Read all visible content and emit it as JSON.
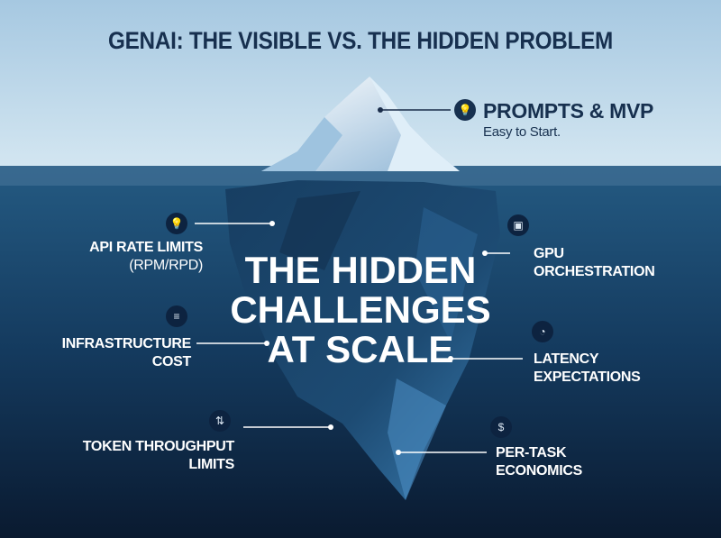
{
  "title": "GENAI: THE VISIBLE VS. THE HIDDEN PROBLEM",
  "visible": {
    "title": "PROMPTS & MVP",
    "subtitle": "Easy to Start.",
    "icon": "lightbulb-icon"
  },
  "center": {
    "line1": "THE HIDDEN",
    "line2": "CHALLENGES",
    "line3": "AT SCALE"
  },
  "left": [
    {
      "line1": "API RATE LIMITS",
      "line2": "(RPM/RPD)",
      "icon": "lightbulb-icon"
    },
    {
      "line1": "INFRASTRUCTURE",
      "line2": "COST",
      "icon": "server-hand-icon"
    },
    {
      "line1": "TOKEN THROUGHPUT",
      "line2": "LIMITS",
      "icon": "sliders-icon"
    }
  ],
  "right": [
    {
      "line1": "GPU",
      "line2": "ORCHESTRATION",
      "icon": "chip-icon"
    },
    {
      "line1": "LATENCY",
      "line2": "EXPECTATIONS",
      "icon": "gauge-icon"
    },
    {
      "line1": "PER-TASK",
      "line2": "ECONOMICS",
      "icon": "dollar-hand-icon"
    }
  ],
  "colors": {
    "sky": "#b4d2e7",
    "water": "#1f4f75",
    "deep": "#0b1c33",
    "title": "#17304f"
  }
}
